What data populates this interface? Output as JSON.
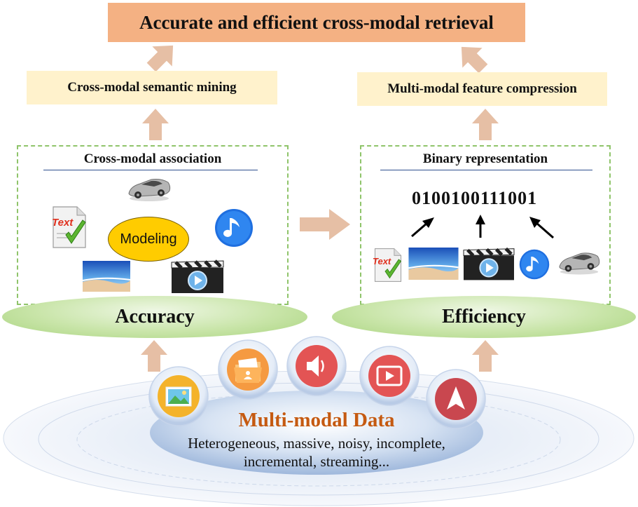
{
  "title": "Accurate and efficient cross-modal retrieval",
  "left": {
    "goal": "Cross-modal semantic mining",
    "panel_title": "Cross-modal association",
    "center_label": "Modeling",
    "text_icon_label": "Text",
    "pillar": "Accuracy",
    "icons": [
      "car-icon",
      "text-document-icon",
      "music-note-icon",
      "landscape-image-icon",
      "video-clapper-icon"
    ]
  },
  "right": {
    "goal": "Multi-modal feature compression",
    "panel_title": "Binary representation",
    "binary_code": "0100100111001",
    "text_icon_label": "Text",
    "pillar": "Efficiency",
    "icons": [
      "text-document-icon",
      "landscape-image-icon",
      "video-clapper-icon",
      "music-note-icon",
      "car-icon"
    ]
  },
  "data": {
    "title": "Multi-modal Data",
    "line1": "Heterogeneous, massive, noisy, incomplete,",
    "line2": "incremental, streaming...",
    "icons": [
      "image-icon",
      "folder-user-icon",
      "speaker-icon",
      "play-icon",
      "navigation-arrow-icon"
    ]
  },
  "colors": {
    "title_bg": "#f4b183",
    "goal_bg": "#fff2cc",
    "arrow": "#e6bfa5",
    "dash_border": "#8fc46a",
    "pillar_green": "#c9e5a9",
    "data_title": "#c55a11"
  }
}
